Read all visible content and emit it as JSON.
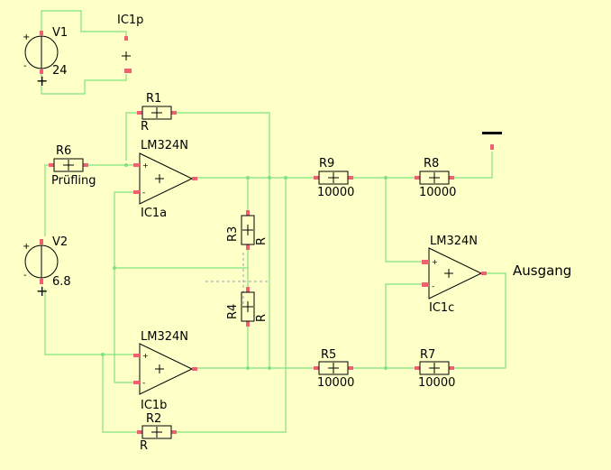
{
  "colors": {
    "background": "#ffffc8",
    "wire": "#7ee27e",
    "pin": "#f06070",
    "symbol": "#000000"
  },
  "components": {
    "v1": {
      "name": "V1",
      "value": "24"
    },
    "v2": {
      "name": "V2",
      "value": "6.8"
    },
    "ic1p": {
      "name": "IC1p"
    },
    "ic1a": {
      "name": "IC1a",
      "type": "LM324N"
    },
    "ic1b": {
      "name": "IC1b",
      "type": "LM324N"
    },
    "ic1c": {
      "name": "IC1c",
      "type": "LM324N"
    },
    "r1": {
      "name": "R1",
      "value": "R"
    },
    "r2": {
      "name": "R2",
      "value": "R"
    },
    "r3": {
      "name": "R3",
      "value": "R"
    },
    "r4": {
      "name": "R4",
      "value": "R"
    },
    "r5": {
      "name": "R5",
      "value": "10000"
    },
    "r6": {
      "name": "R6",
      "value": "Prüfling"
    },
    "r7": {
      "name": "R7",
      "value": "10000"
    },
    "r8": {
      "name": "R8",
      "value": "10000"
    },
    "r9": {
      "name": "R9",
      "value": "10000"
    }
  },
  "symbols": {
    "plus": "+",
    "minus": "-"
  },
  "output_label": "Ausgang"
}
